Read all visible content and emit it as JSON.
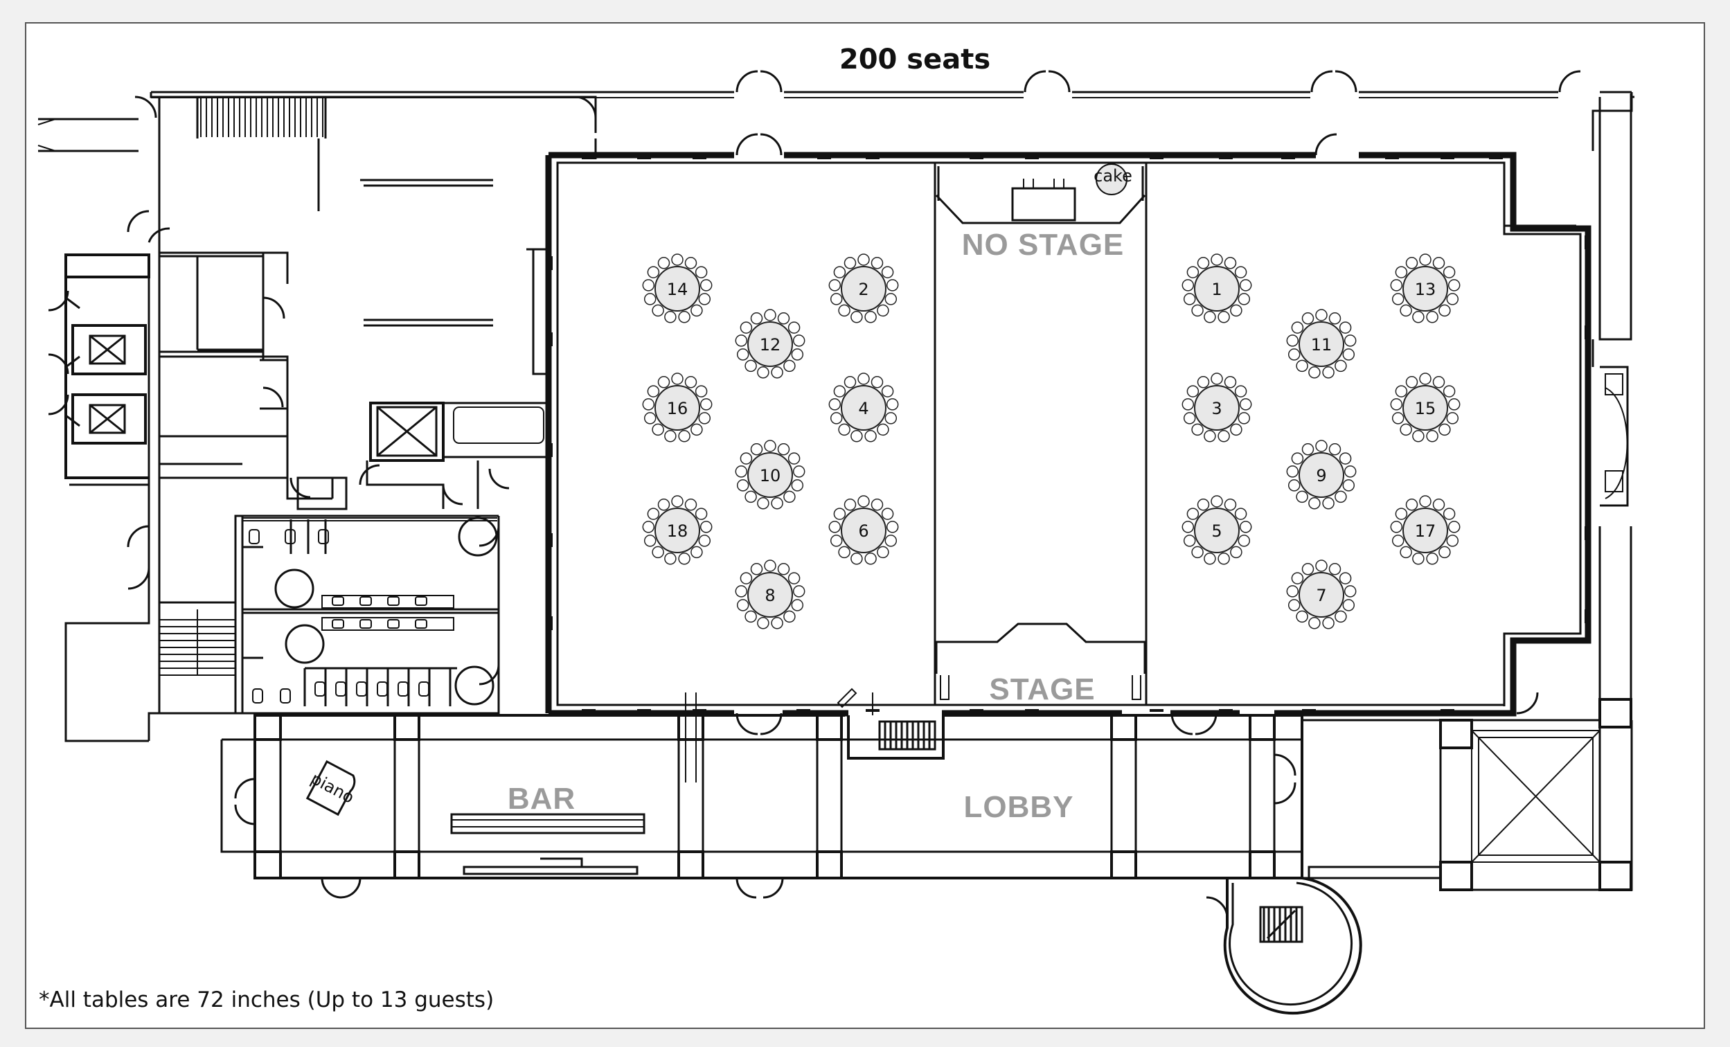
{
  "header": {
    "title": "200 seats"
  },
  "footer": {
    "note": "*All tables are 72 inches (Up to 13 guests)"
  },
  "labels": {
    "no_stage": "NO STAGE",
    "stage": "STAGE",
    "bar": "BAR",
    "lobby": "LOBBY",
    "piano": "piano",
    "cake": "cake"
  },
  "tables": [
    {
      "number": "1"
    },
    {
      "number": "2"
    },
    {
      "number": "3"
    },
    {
      "number": "4"
    },
    {
      "number": "5"
    },
    {
      "number": "6"
    },
    {
      "number": "7"
    },
    {
      "number": "8"
    },
    {
      "number": "9"
    },
    {
      "number": "10"
    },
    {
      "number": "11"
    },
    {
      "number": "12"
    },
    {
      "number": "13"
    },
    {
      "number": "14"
    },
    {
      "number": "15"
    },
    {
      "number": "16"
    },
    {
      "number": "17"
    },
    {
      "number": "18"
    }
  ],
  "colors": {
    "table_fill": "#e8e8e8",
    "label_gray": "#9a9a9a",
    "wall": "#111111"
  }
}
